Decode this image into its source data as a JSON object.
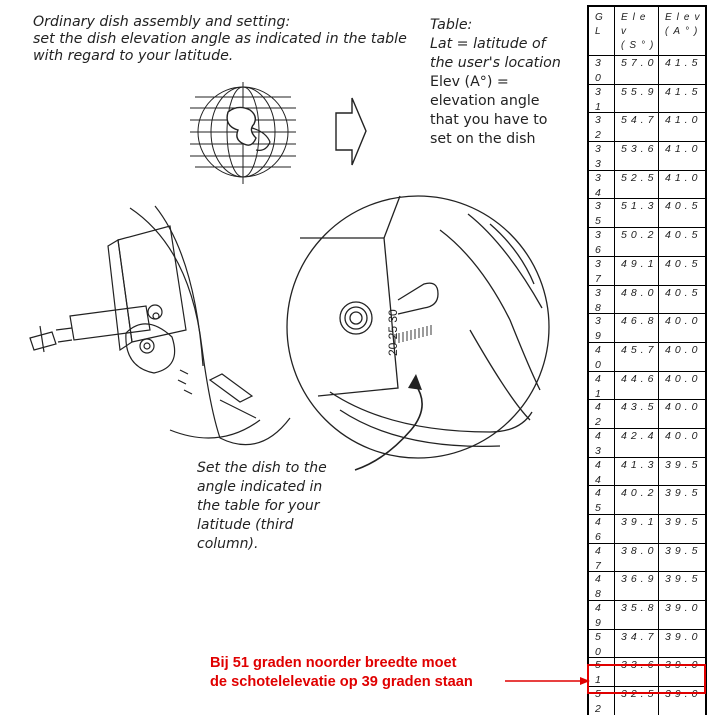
{
  "instructions": {
    "intro_lines": [
      "Ordinary dish assembly and setting:",
      "set the dish elevation angle as indicated in the table",
      "with regard to your latitude."
    ],
    "table_note_lines": [
      "Table:",
      "Lat = latitude of",
      "the user's location",
      "Elev (A°) =",
      "elevation angle",
      "that you have to",
      "set on the dish"
    ],
    "set_dish_lines": [
      "Set the dish to the",
      "angle indicated in",
      "the table for your",
      "latitude (third",
      "column)."
    ]
  },
  "scale_label": "20 25 30",
  "table": {
    "headers": [
      "GL",
      "Elev(S°)",
      "Elev(A°)"
    ],
    "rows": [
      [
        "30",
        "57.0",
        "41.5"
      ],
      [
        "31",
        "55.9",
        "41.5"
      ],
      [
        "32",
        "54.7",
        "41.0"
      ],
      [
        "33",
        "53.6",
        "41.0"
      ],
      [
        "34",
        "52.5",
        "41.0"
      ],
      [
        "35",
        "51.3",
        "40.5"
      ],
      [
        "36",
        "50.2",
        "40.5"
      ],
      [
        "37",
        "49.1",
        "40.5"
      ],
      [
        "38",
        "48.0",
        "40.5"
      ],
      [
        "39",
        "46.8",
        "40.0"
      ],
      [
        "40",
        "45.7",
        "40.0"
      ],
      [
        "41",
        "44.6",
        "40.0"
      ],
      [
        "42",
        "43.5",
        "40.0"
      ],
      [
        "43",
        "42.4",
        "40.0"
      ],
      [
        "44",
        "41.3",
        "39.5"
      ],
      [
        "45",
        "40.2",
        "39.5"
      ],
      [
        "46",
        "39.1",
        "39.5"
      ],
      [
        "47",
        "38.0",
        "39.5"
      ],
      [
        "48",
        "36.9",
        "39.5"
      ],
      [
        "49",
        "35.8",
        "39.0"
      ],
      [
        "50",
        "34.7",
        "39.0"
      ],
      [
        "51",
        "33.6",
        "39.0"
      ],
      [
        "52",
        "32.5",
        "39.0"
      ]
    ],
    "highlight_row": "51"
  },
  "callout": {
    "lines": [
      "Bij 51 graden noorder breedte moet",
      "de schotelelevatie op 39 graden staan"
    ],
    "color": "#e00000"
  }
}
